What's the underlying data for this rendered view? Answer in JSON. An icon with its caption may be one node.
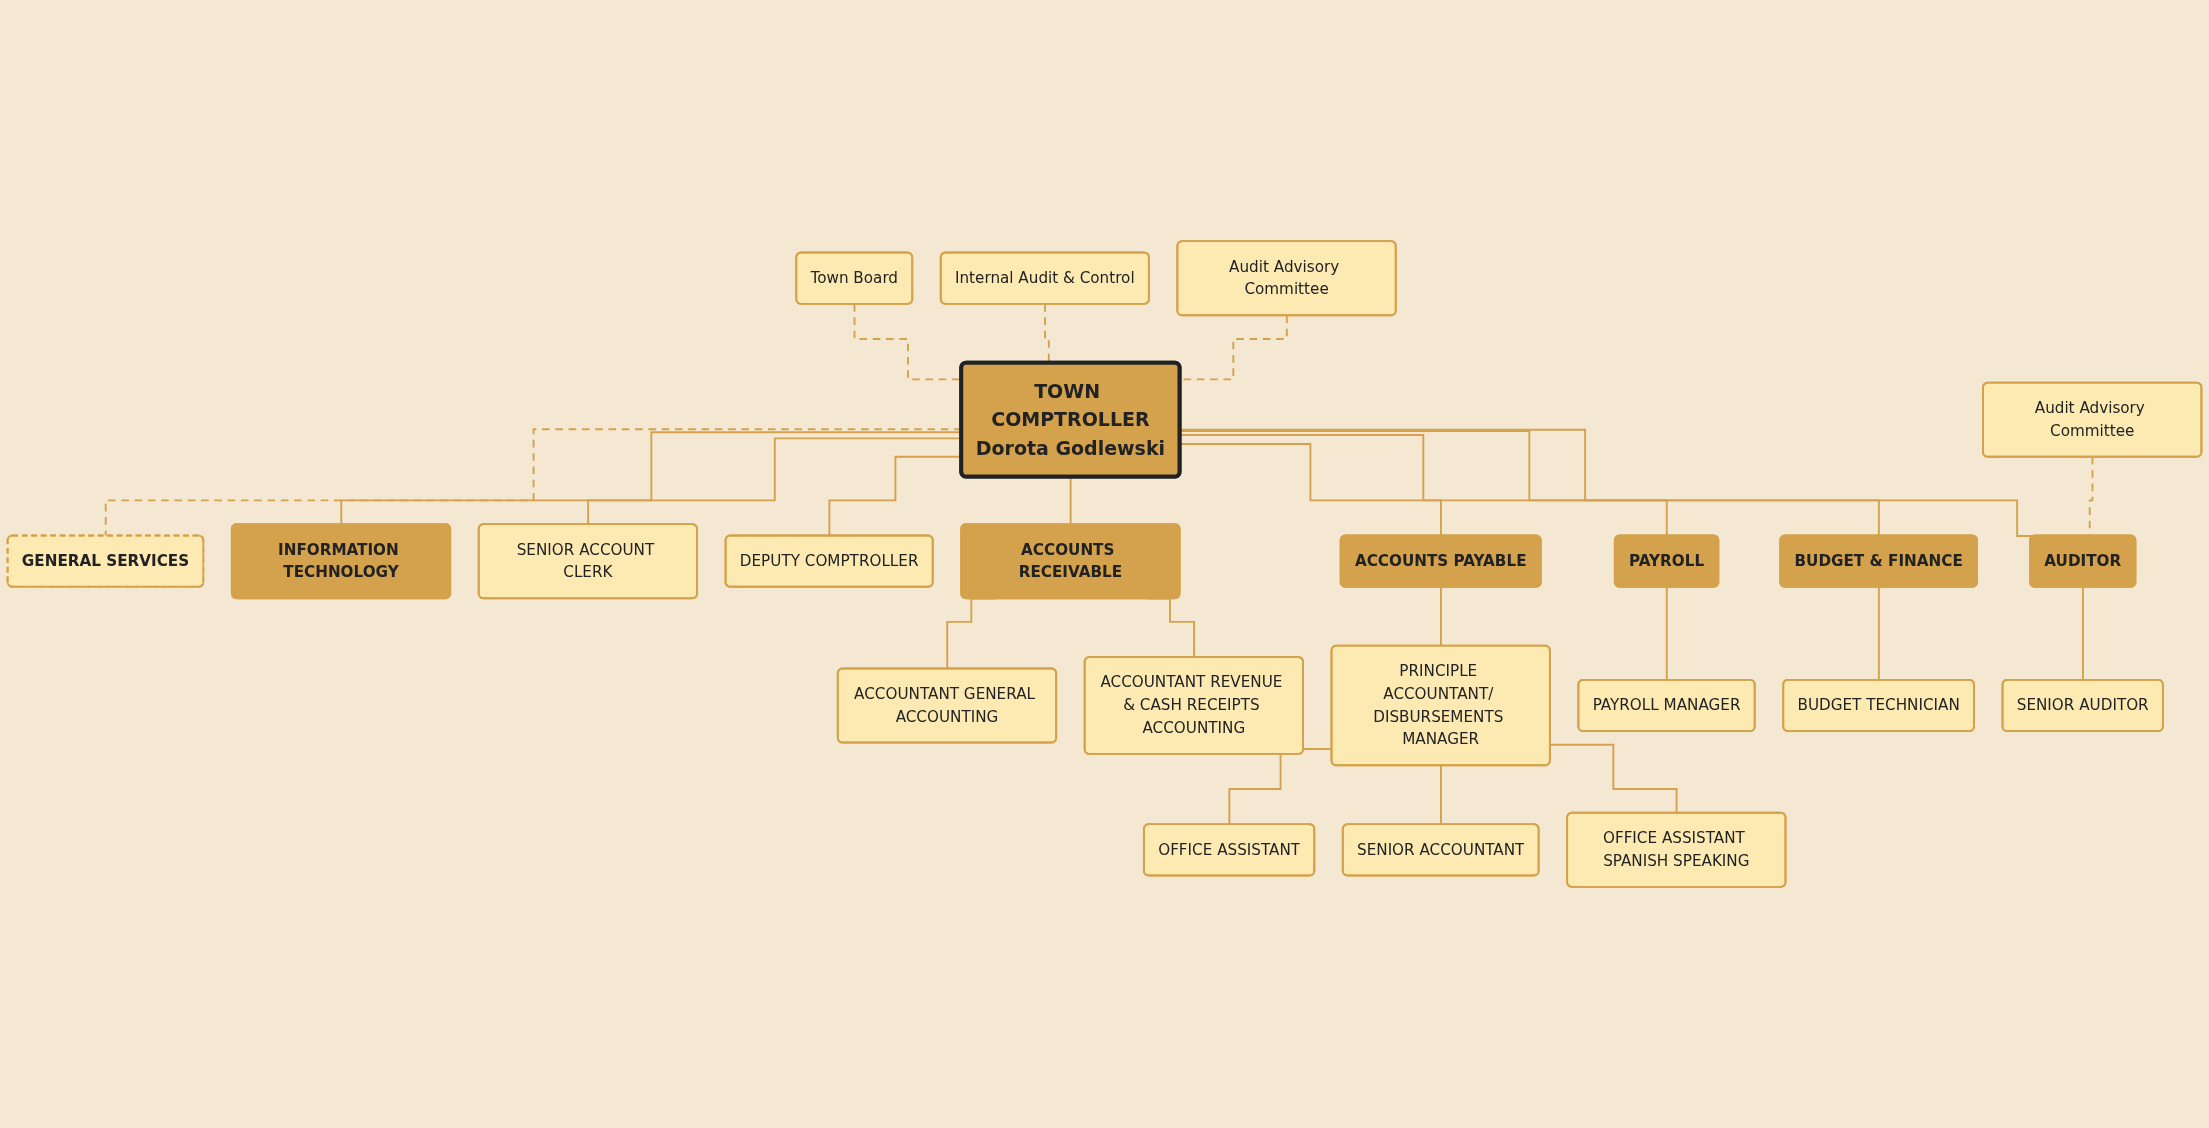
{
  "diagram": {
    "nodes": [
      {
        "text": [
          "Town Board"
        ]
      },
      {
        "text": [
          "Internal Audit & Control"
        ]
      },
      {
        "text": [
          "Audit Advisory Committee"
        ]
      },
      {
        "text": [
          "TOWN COMPTROLLER",
          "Dorota Godlewski"
        ]
      },
      {
        "text": [
          "GENERAL SERVICES"
        ]
      },
      {
        "text": [
          "INFORMATION TECHNOLOGY"
        ]
      },
      {
        "text": [
          "SENIOR ACCOUNT CLERK"
        ]
      },
      {
        "text": [
          "DEPUTY COMPTROLLER"
        ]
      },
      {
        "text": [
          "Audit Advisory Committee"
        ]
      },
      {
        "text": [
          "ACCOUNTS RECEIVABLE"
        ]
      },
      {
        "text": [
          "ACCOUNTS PAYABLE"
        ]
      },
      {
        "text": [
          "PAYROLL"
        ]
      },
      {
        "text": [
          "BUDGET & FINANCE"
        ]
      },
      {
        "text": [
          "AUDITOR"
        ]
      },
      {
        "text": [
          "ACCOUNTANT GENERAL ACCOUNTING"
        ]
      },
      {
        "text": [
          "ACCOUNTANT REVENUE & CASH RECEIPTS ACCOUNTING"
        ]
      },
      {
        "text": [
          "PRINCIPLE ACCOUNTANT/ DISBURSEMENTS MANAGER"
        ]
      },
      {
        "text": [
          "PAYROLL MANAGER"
        ]
      },
      {
        "text": [
          "BUDGET TECHNICIAN"
        ]
      },
      {
        "text": [
          "SENIOR AUDITOR"
        ]
      },
      {
        "text": [
          "OFFICE ASSISTANT"
        ]
      },
      {
        "text": [
          "SENIOR ACCOUNTANT"
        ]
      },
      {
        "text": [
          "OFFICE ASSISTANT SPANISH SPEAKING"
        ]
      }
    ],
    "edges": [
      {
        "from": 0,
        "to": 3,
        "arrow": "none",
        "style": "dashed"
      },
      {
        "from": 1,
        "to": 3,
        "arrow": "none",
        "style": "dashed"
      },
      {
        "from": 2,
        "to": 3,
        "arrow": "none",
        "style": "dashed"
      },
      {
        "from": 3,
        "to": 4,
        "arrow": "none",
        "style": "dashed"
      },
      {
        "from": 3,
        "to": 5,
        "arrow": "none"
      },
      {
        "from": 3,
        "to": 6,
        "arrow": "none"
      },
      {
        "from": 3,
        "to": 7,
        "arrow": "none"
      },
      {
        "from": 3,
        "to": 9,
        "arrow": "none"
      },
      {
        "from": 3,
        "to": 10,
        "arrow": "none"
      },
      {
        "from": 3,
        "to": 11,
        "arrow": "none"
      },
      {
        "from": 3,
        "to": 12,
        "arrow": "none"
      },
      {
        "from": 3,
        "to": 13,
        "arrow": "none"
      },
      {
        "from": 8,
        "to": 13,
        "arrow": "none",
        "style": "dashed"
      },
      {
        "from": 9,
        "to": 14,
        "arrow": "none"
      },
      {
        "from": 9,
        "to": 15,
        "arrow": "none"
      },
      {
        "from": 10,
        "to": 16,
        "arrow": "none"
      },
      {
        "from": 11,
        "to": 17,
        "arrow": "none"
      },
      {
        "from": 12,
        "to": 18,
        "arrow": "none"
      },
      {
        "from": 13,
        "to": 19,
        "arrow": "none"
      },
      {
        "from": 16,
        "to": 20,
        "arrow": "none"
      },
      {
        "from": 16,
        "to": 21,
        "arrow": "none"
      },
      {
        "from": 16,
        "to": 22,
        "arrow": "none"
      }
    ]
  }
}
